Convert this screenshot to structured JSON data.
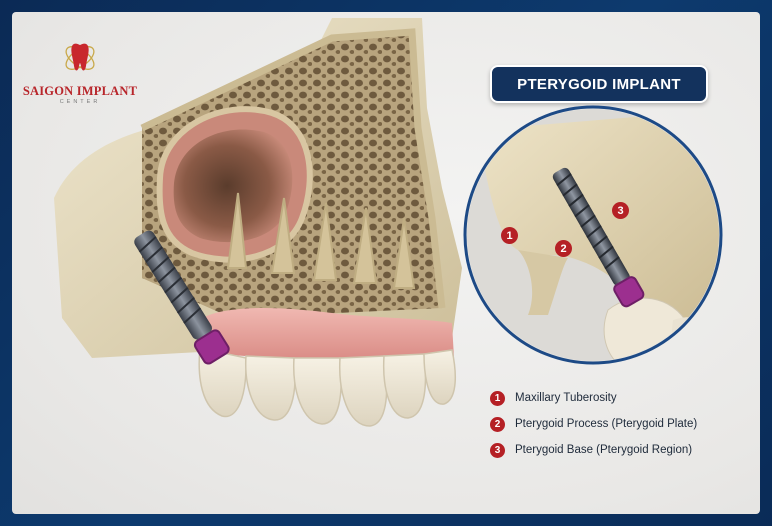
{
  "logo": {
    "title": "SAIGON IMPLANT",
    "subtitle": "CENTER"
  },
  "title": "PTERYGOID IMPLANT",
  "callouts": [
    "1",
    "2",
    "3"
  ],
  "legend": [
    {
      "number": "1",
      "label": "Maxillary Tuberosity"
    },
    {
      "number": "2",
      "label": "Pterygoid Process (Pterygoid Plate)"
    },
    {
      "number": "3",
      "label": "Pterygoid Base (Pterygoid Region)"
    }
  ],
  "colors": {
    "frame": "#0d3a6e",
    "pill": "#13325d",
    "marker": "#b52025",
    "logo_red": "#b8262b",
    "bone": "#ddd2b4",
    "gum": "#e7a29c",
    "abutment": "#9c2f8f",
    "implant": "#5c6370"
  },
  "icons": [
    "tooth-logo-icon",
    "implant-screw-icon"
  ]
}
